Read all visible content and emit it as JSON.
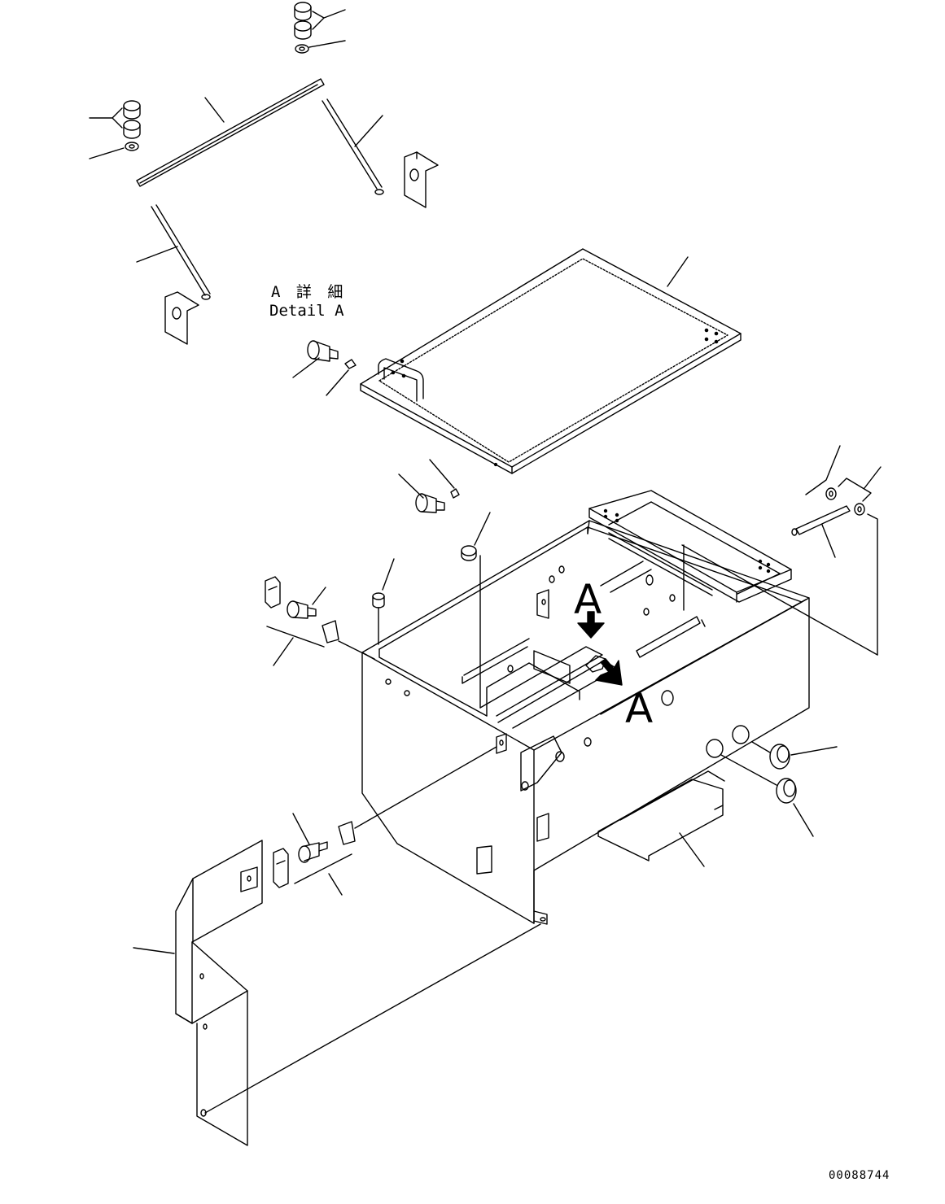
{
  "detail_label": {
    "japanese": "A 詳 細",
    "english": "Detail A"
  },
  "view_marks": {
    "top": "A",
    "side": "A"
  },
  "drawing_number": "00088744",
  "colors": {
    "line": "#000000",
    "background": "#ffffff"
  }
}
